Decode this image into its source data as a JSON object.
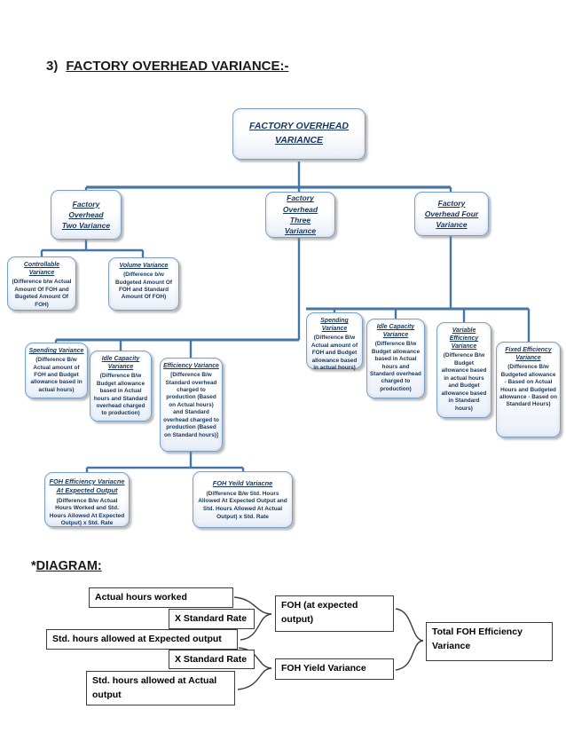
{
  "page": {
    "section_number": "3)",
    "title": "FACTORY OVERHEAD VARIANCE:-",
    "diagram_bullet": "*",
    "diagram_heading": "DIAGRAM:"
  },
  "colors": {
    "connector_blue": "#4576a8",
    "org_box_border": "#7aa0c8",
    "org_box_text": "#17365d",
    "flow_box_border": "#3c3c3c"
  },
  "org_chart": {
    "root": {
      "title": "FACTORY OVERHEAD VARIANCE"
    },
    "level2": [
      {
        "title": "Factory Overhead Two Variance"
      },
      {
        "title": "Factory Overhead Three Variance"
      },
      {
        "title": "Factory Overhead Four Variance"
      }
    ],
    "two_children": [
      {
        "title": "Controllable Variance",
        "detail": "(Difference b/w Actual Amount Of FOH and Bugeted Amount Of FOH)"
      },
      {
        "title": "Volume Variance",
        "detail": "(Difference b/w Budgeted Amount Of FOH and Standard Amount Of FOH)"
      }
    ],
    "three_children": [
      {
        "title": "Spending Variance",
        "detail": "(Difference B/w Actual amount of FOH and Budget allowance based in actual hours)"
      },
      {
        "title": "Idle Capacity Variance",
        "detail": "(Difference B/w Budget allowance based in Actual hours and Standard overhead charged to production)"
      },
      {
        "title": "Efficiency Variance",
        "detail": "[Difference B/w Standard overhead charged to production (Based on Actual hours) and Standard overhead charged to production (Based on Standard hours)]"
      }
    ],
    "four_children": [
      {
        "title": "Spending Variance",
        "detail": "(Difference B/w Actual amount of FOH and Budget allowance based in actual hours)"
      },
      {
        "title": "Idle Capacity Variance",
        "detail": "(Difference B/w Budget allowance based in Actual hours and Standard overhead charged to production)"
      },
      {
        "title": "Variable Efficiency Variance",
        "detail": "(Difference B/w Budget allowance based in actual hours and Budget allowance based in Standard hours)"
      },
      {
        "title": "Fixed Efficiency Variance",
        "detail": "(Difference B/w Budgeted allowance - Based on Actual Hours and Budgeted allowance - Based on Standard Hours)"
      }
    ],
    "efficiency_children": [
      {
        "title": "FOH Efficiency Variacne At Expected Output",
        "detail": "(Difference B/w Actual Hours Worked and Std. Hours Allowed At Expected Output) x Std. Rate"
      },
      {
        "title": "FOH Yeild Variacne",
        "detail": "(Difference B/w Std. Hours Allowed At Expected Output and Std. Hours Allowed At Actual Output) x Std. Rate"
      }
    ]
  },
  "flow_diagram": {
    "steps": [
      "Actual hours worked",
      "X Standard Rate",
      "Std. hours allowed at Expected output",
      "X Standard Rate",
      "Std. hours allowed at Actual output"
    ],
    "results": [
      "FOH (at expected output)",
      "FOH Yield Variance",
      "Total FOH Efficiency Variance"
    ]
  }
}
